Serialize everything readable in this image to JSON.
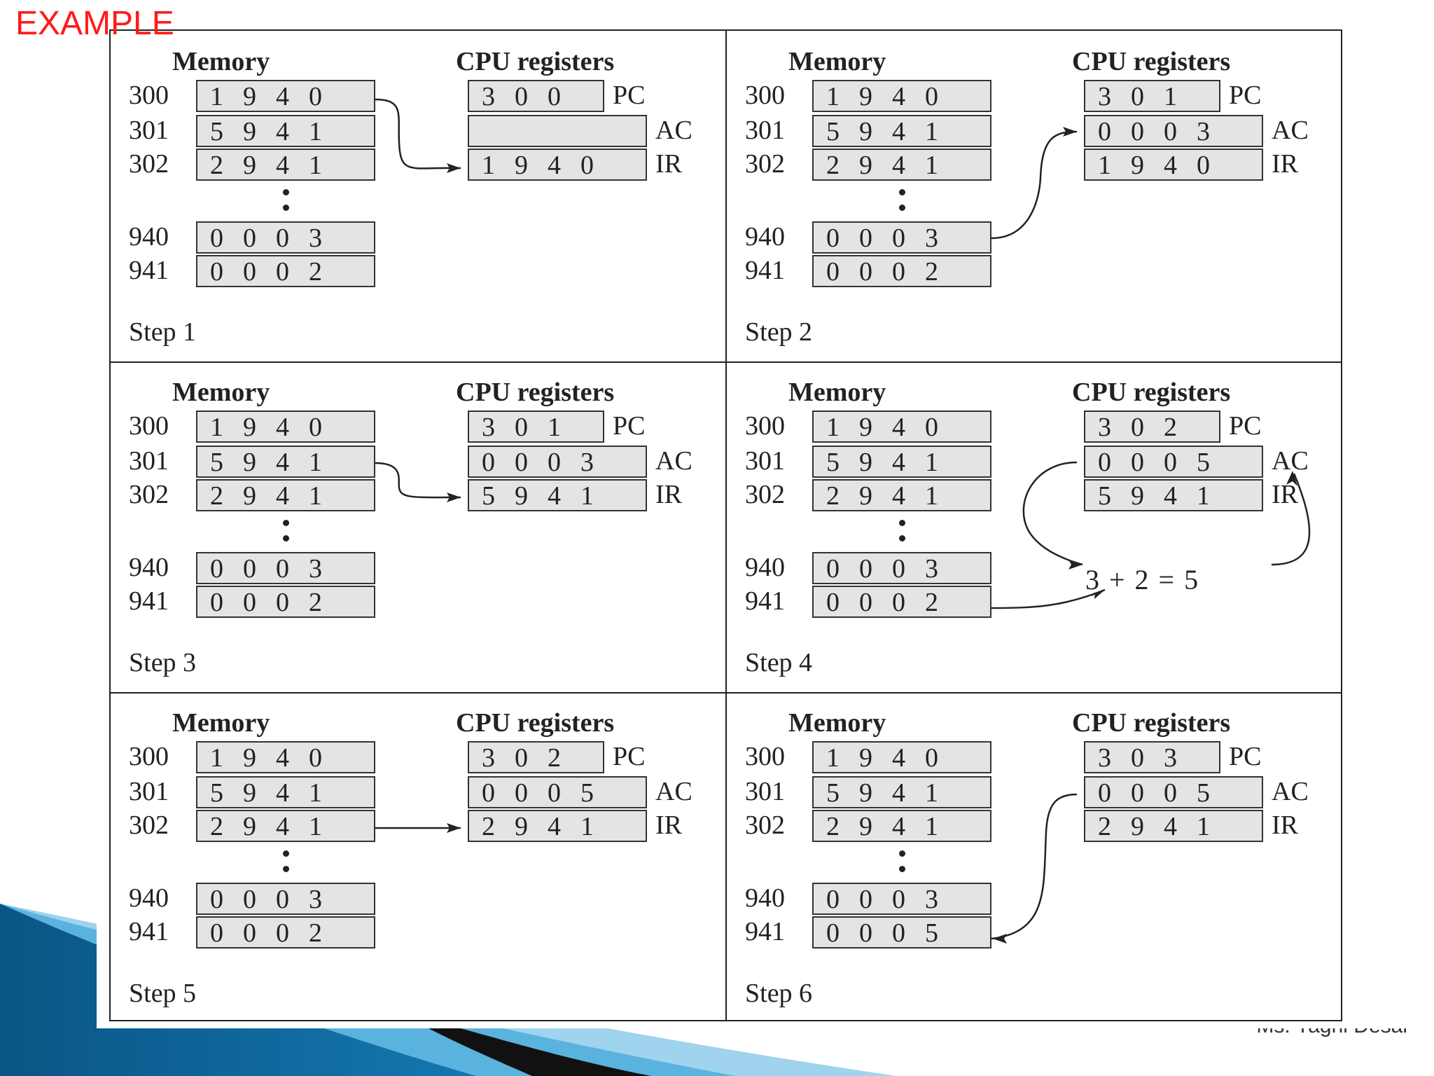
{
  "title": "EXAMPLE",
  "footer": "Ms. Yagni Desai",
  "colors": {
    "title": "#ff1a1a",
    "cell": "#e4e4e4",
    "deco_dark": "#0a5585",
    "deco_light": "#5ab3de"
  },
  "labels": {
    "memory": "Memory",
    "cpu": "CPU registers",
    "pc": "PC",
    "ac": "AC",
    "ir": "IR"
  },
  "steps": [
    {
      "label": "Step 1",
      "mem": [
        {
          "addr": "300",
          "val": "1940"
        },
        {
          "addr": "301",
          "val": "5941"
        },
        {
          "addr": "302",
          "val": "2941"
        },
        {
          "addr": "940",
          "val": "0003"
        },
        {
          "addr": "941",
          "val": "0002"
        }
      ],
      "pc": "300",
      "ac": "",
      "ir": "1940"
    },
    {
      "label": "Step 2",
      "mem": [
        {
          "addr": "300",
          "val": "1940"
        },
        {
          "addr": "301",
          "val": "5941"
        },
        {
          "addr": "302",
          "val": "2941"
        },
        {
          "addr": "940",
          "val": "0003"
        },
        {
          "addr": "941",
          "val": "0002"
        }
      ],
      "pc": "301",
      "ac": "0003",
      "ir": "1940"
    },
    {
      "label": "Step 3",
      "mem": [
        {
          "addr": "300",
          "val": "1940"
        },
        {
          "addr": "301",
          "val": "5941"
        },
        {
          "addr": "302",
          "val": "2941"
        },
        {
          "addr": "940",
          "val": "0003"
        },
        {
          "addr": "941",
          "val": "0002"
        }
      ],
      "pc": "301",
      "ac": "0003",
      "ir": "5941"
    },
    {
      "label": "Step 4",
      "mem": [
        {
          "addr": "300",
          "val": "1940"
        },
        {
          "addr": "301",
          "val": "5941"
        },
        {
          "addr": "302",
          "val": "2941"
        },
        {
          "addr": "940",
          "val": "0003"
        },
        {
          "addr": "941",
          "val": "0002"
        }
      ],
      "pc": "302",
      "ac": "0005",
      "ir": "5941",
      "expr": "3 + 2 = 5"
    },
    {
      "label": "Step 5",
      "mem": [
        {
          "addr": "300",
          "val": "1940"
        },
        {
          "addr": "301",
          "val": "5941"
        },
        {
          "addr": "302",
          "val": "2941"
        },
        {
          "addr": "940",
          "val": "0003"
        },
        {
          "addr": "941",
          "val": "0002"
        }
      ],
      "pc": "302",
      "ac": "0005",
      "ir": "2941"
    },
    {
      "label": "Step 6",
      "mem": [
        {
          "addr": "300",
          "val": "1940"
        },
        {
          "addr": "301",
          "val": "5941"
        },
        {
          "addr": "302",
          "val": "2941"
        },
        {
          "addr": "940",
          "val": "0003"
        },
        {
          "addr": "941",
          "val": "0005"
        }
      ],
      "pc": "303",
      "ac": "0005",
      "ir": "2941"
    }
  ]
}
